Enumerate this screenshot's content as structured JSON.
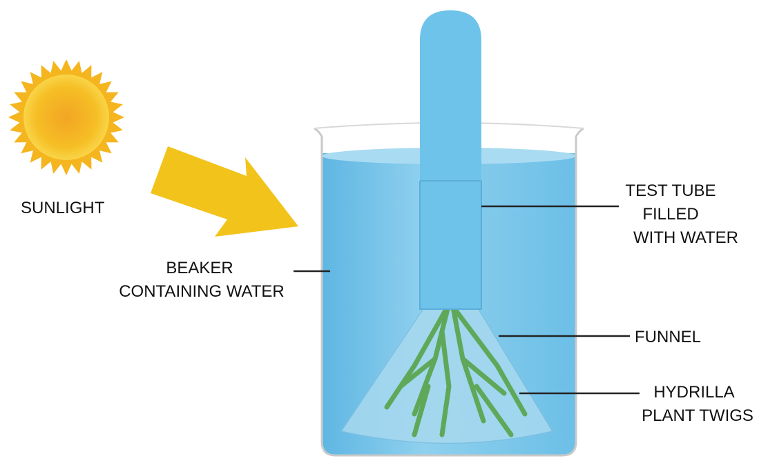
{
  "labels": {
    "sunlight": "SUNLIGHT",
    "beaker_line1": "BEAKER",
    "beaker_line2": "CONTAINING WATER",
    "tube_line1": "TEST TUBE",
    "tube_line2": "FILLED",
    "tube_line3": "WITH WATER",
    "funnel": "FUNNEL",
    "plant_line1": "HYDRILLA",
    "plant_line2": "PLANT TWIGS"
  },
  "colors": {
    "sun": "#F5B51E",
    "arrow": "#F2C31B",
    "water": "#86CBEC",
    "tube": "#6EC3EA",
    "plant": "#5FA85A"
  }
}
